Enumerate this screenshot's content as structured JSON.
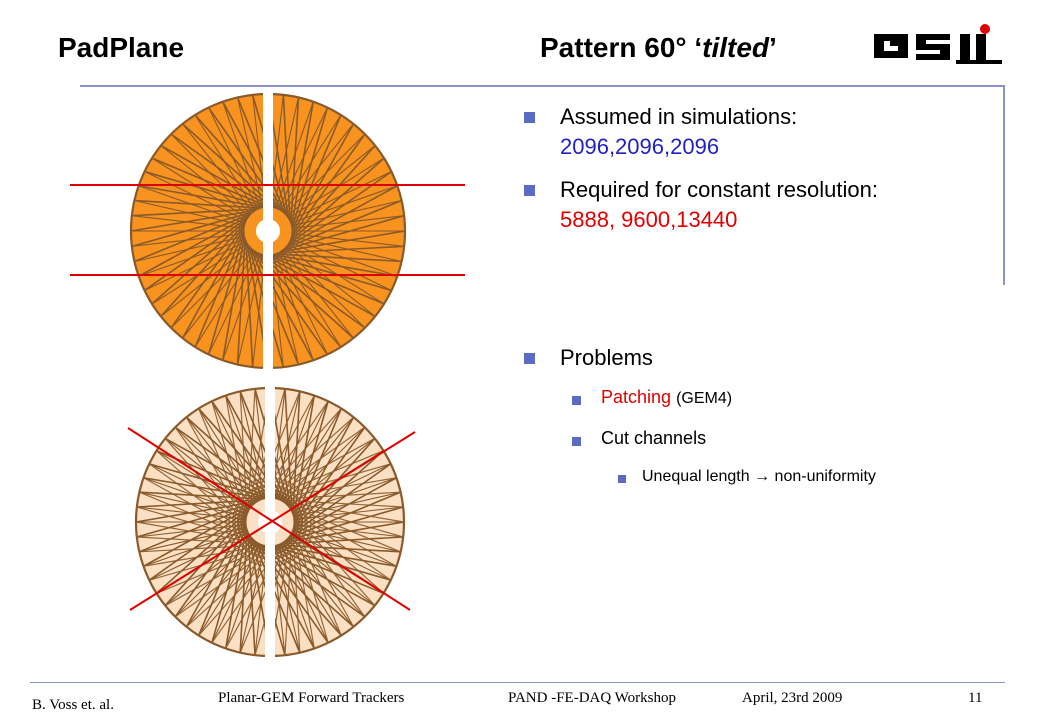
{
  "header": {
    "title_left": "PadPlane",
    "title_right_prefix": "Pattern 60° ‘",
    "title_right_italic": "tilted",
    "title_right_suffix": "’",
    "logo_text": "GSI"
  },
  "bullets": {
    "assumed_label": "Assumed in simulations:",
    "assumed_values": "2096,2096,2096",
    "required_label": "Required for constant resolution:",
    "required_values": "5888, 9600,13440",
    "problems": "Problems",
    "patching": "Patching",
    "patching_note": "(GEM4)",
    "cut_channels": "Cut channels",
    "unequal_text": "Unequal length",
    "arrow_glyph": "→",
    "nonuniform": "non-uniformity"
  },
  "footer": {
    "author": "B. Voss et. al.",
    "talk": "Planar-GEM Forward Trackers",
    "workshop": "PAND -FE-DAQ Workshop",
    "date": "April, 23rd 2009",
    "page": "11"
  },
  "colors": {
    "accent": "#5a6bc4",
    "orange": "#f7931e",
    "spoke_dark": "#8a5a2b",
    "light_fill": "#fbe0c4",
    "red_line": "#e00000"
  }
}
